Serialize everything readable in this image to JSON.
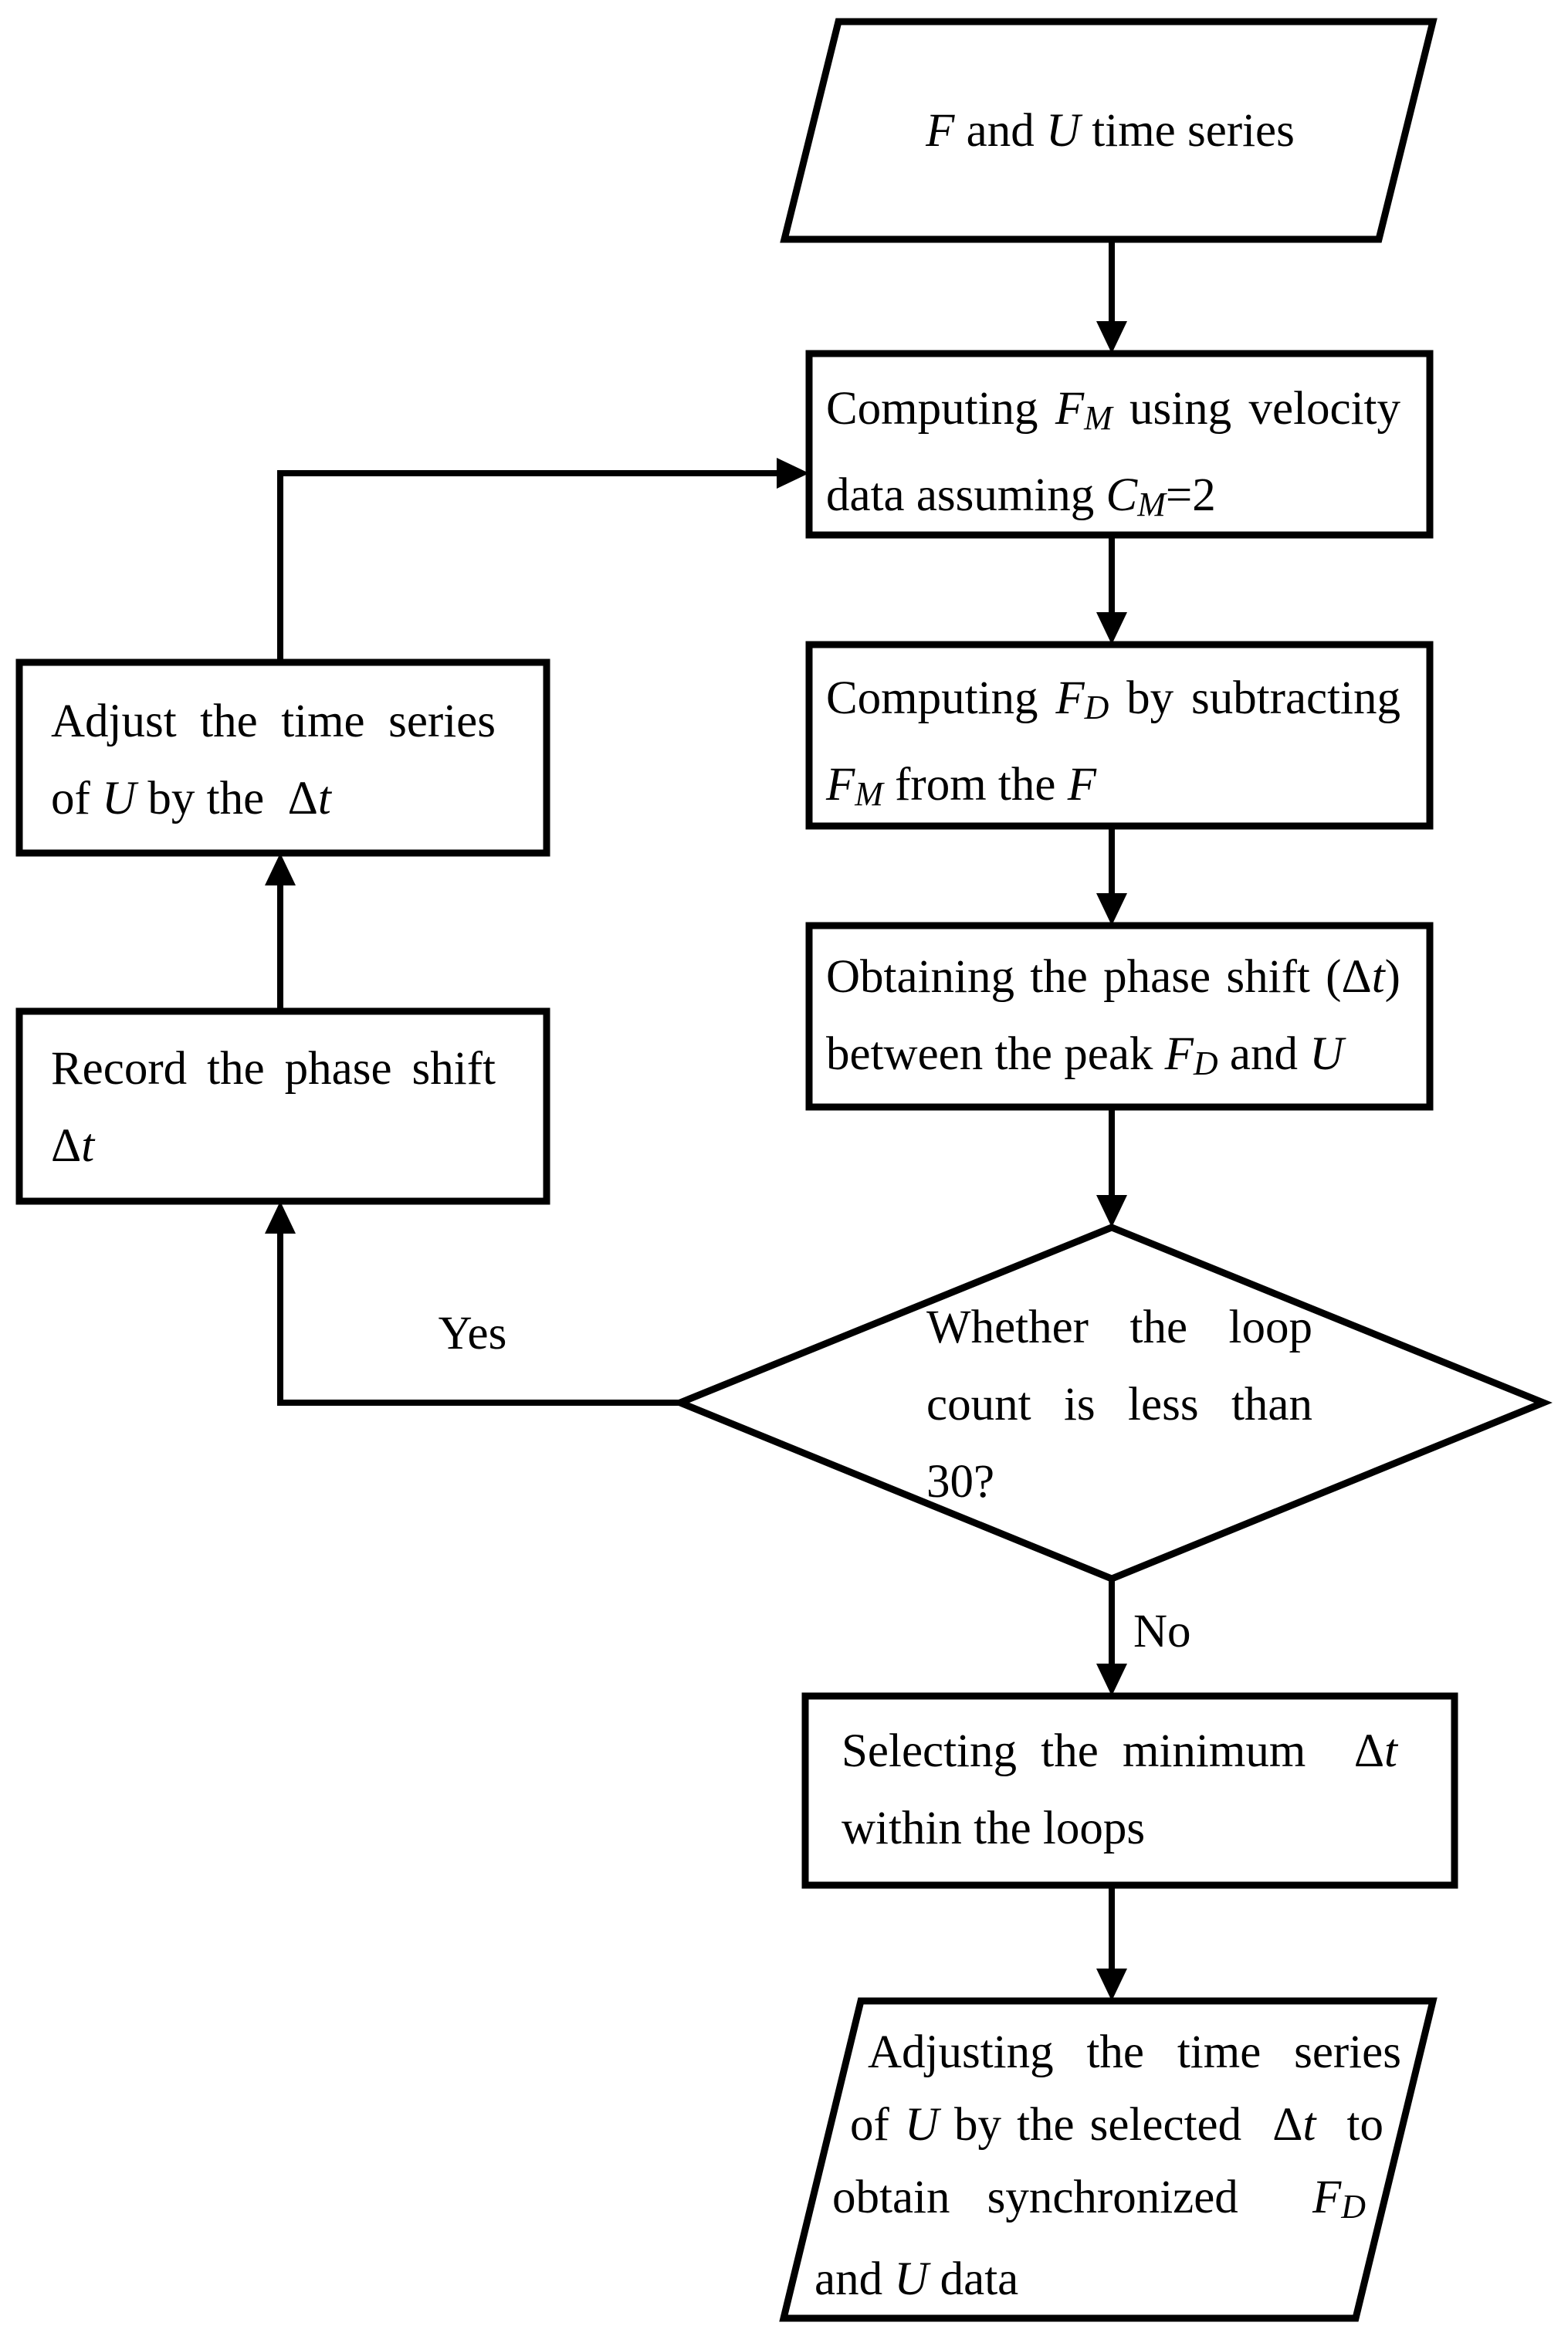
{
  "diagram": {
    "ink_color": "#000000",
    "background_color": "#ffffff"
  },
  "nodes": {
    "start": {
      "type": "parallelogram-io",
      "lines": [
        [
          {
            "t": "F",
            "s": "i"
          },
          {
            "t": " and "
          },
          {
            "t": "U",
            "s": "i"
          },
          {
            "t": " time series"
          }
        ]
      ]
    },
    "compute_fm": {
      "type": "process",
      "lines": [
        [
          {
            "t": "Computing "
          },
          {
            "t": "F",
            "s": "i"
          },
          {
            "t": "M",
            "s": "sub"
          },
          {
            "t": " using velocity"
          }
        ],
        [
          {
            "t": "data assuming "
          },
          {
            "t": "C",
            "s": "i"
          },
          {
            "t": "M",
            "s": "sub"
          },
          {
            "t": "=2"
          }
        ]
      ]
    },
    "compute_fd": {
      "type": "process",
      "lines": [
        [
          {
            "t": "Computing "
          },
          {
            "t": "F",
            "s": "i"
          },
          {
            "t": "D",
            "s": "sub"
          },
          {
            "t": " by subtracting"
          }
        ],
        [
          {
            "t": "F",
            "s": "i"
          },
          {
            "t": "M",
            "s": "sub"
          },
          {
            "t": " from the "
          },
          {
            "t": "F",
            "s": "i"
          }
        ]
      ]
    },
    "phase_shift": {
      "type": "process",
      "lines": [
        [
          {
            "t": "Obtaining the phase shift ("
          },
          {
            "t": "Δ"
          },
          {
            "t": "t",
            "s": "i"
          },
          {
            "t": ")"
          }
        ],
        [
          {
            "t": "between the peak "
          },
          {
            "t": "F",
            "s": "i"
          },
          {
            "t": "D",
            "s": "sub"
          },
          {
            "t": " and "
          },
          {
            "t": "U",
            "s": "i"
          }
        ]
      ]
    },
    "decision": {
      "type": "decision",
      "lines": [
        [
          {
            "t": "Whether the loop"
          }
        ],
        [
          {
            "t": "count is less than"
          }
        ],
        [
          {
            "t": "30?"
          }
        ]
      ]
    },
    "record": {
      "type": "process",
      "lines": [
        [
          {
            "t": "Record the phase shift"
          }
        ],
        [
          {
            "t": "Δ"
          },
          {
            "t": "t",
            "s": "i"
          }
        ]
      ]
    },
    "adjust": {
      "type": "process",
      "lines": [
        [
          {
            "t": "Adjust the time series"
          }
        ],
        [
          {
            "t": "of "
          },
          {
            "t": "U",
            "s": "i"
          },
          {
            "t": " by the  "
          },
          {
            "t": "Δ"
          },
          {
            "t": "t",
            "s": "i"
          }
        ]
      ]
    },
    "select_min": {
      "type": "process",
      "lines": [
        [
          {
            "t": "Selecting the minimum  "
          },
          {
            "t": "Δ"
          },
          {
            "t": "t",
            "s": "i"
          }
        ],
        [
          {
            "t": "within the loops"
          }
        ]
      ]
    },
    "end": {
      "type": "parallelogram-io",
      "lines": [
        [
          {
            "t": "Adjusting the time series"
          }
        ],
        [
          {
            "t": "of "
          },
          {
            "t": "U",
            "s": "i"
          },
          {
            "t": " by the selected  "
          },
          {
            "t": "Δ"
          },
          {
            "t": "t",
            "s": "i"
          },
          {
            "t": "  to"
          }
        ],
        [
          {
            "t": "obtain synchronized  "
          },
          {
            "t": "F",
            "s": "i"
          },
          {
            "t": "D",
            "s": "sub"
          }
        ],
        [
          {
            "t": "and "
          },
          {
            "t": "U",
            "s": "i"
          },
          {
            "t": " data"
          }
        ]
      ]
    }
  },
  "edges": {
    "yes": {
      "label": "Yes"
    },
    "no": {
      "label": "No"
    }
  }
}
